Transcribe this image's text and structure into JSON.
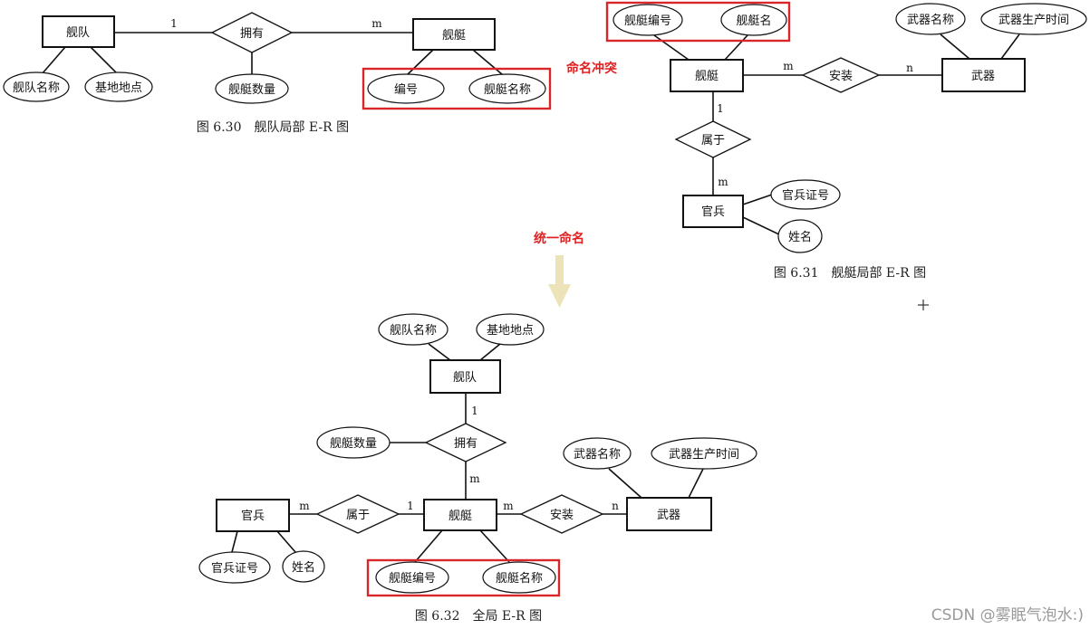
{
  "fig30": {
    "caption": "图 6.30　舰队局部 E-R 图",
    "fleet": "舰队",
    "owns": "拥有",
    "ship": "舰艇",
    "fleet_name": "舰队名称",
    "base": "基地地点",
    "ship_count": "舰艇数量",
    "number": "编号",
    "ship_name": "舰艇名称",
    "card_1": "1",
    "card_m": "m"
  },
  "note_conflict": "命名冲突",
  "fig31": {
    "caption": "图 6.31　舰艇局部 E-R 图",
    "ship": "舰艇",
    "install": "安装",
    "weapon": "武器",
    "belongs": "属于",
    "officer": "官兵",
    "ship_no": "舰艇编号",
    "ship_nm": "舰艇名",
    "weapon_name": "武器名称",
    "weapon_time": "武器生产时间",
    "officer_id": "官兵证号",
    "name": "姓名",
    "card_m1": "m",
    "card_n": "n",
    "card_1": "1",
    "card_m2": "m"
  },
  "note_unify": "统一命名",
  "fig32": {
    "caption": "图 6.32　全局 E-R 图",
    "fleet": "舰队",
    "fleet_name": "舰队名称",
    "base": "基地地点",
    "owns": "拥有",
    "ship_count": "舰艇数量",
    "ship": "舰艇",
    "belongs": "属于",
    "officer": "官兵",
    "officer_id": "官兵证号",
    "name": "姓名",
    "install": "安装",
    "weapon": "武器",
    "weapon_name": "武器名称",
    "weapon_time": "武器生产时间",
    "ship_no": "舰艇编号",
    "ship_name": "舰艇名称",
    "card_1a": "1",
    "card_ma": "m",
    "card_mb": "m",
    "card_1b": "1",
    "card_mc": "m",
    "card_n": "n"
  },
  "watermark": "CSDN @雾眠气泡水:)",
  "colors": {
    "highlight": "#d9262b",
    "note": "#e02020",
    "arrow": "#ece3b8"
  }
}
